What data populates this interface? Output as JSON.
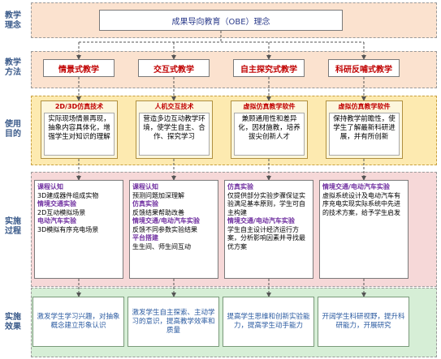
{
  "rows": [
    {
      "label": "教学\n理念"
    },
    {
      "label": "教学\n方法"
    },
    {
      "label": "使用\n目的"
    },
    {
      "label": "实施\n过程"
    },
    {
      "label": "实施\n效果"
    }
  ],
  "concept": "成果导向教育（OBE）理念",
  "methods": [
    "情景式教学",
    "交互式教学",
    "自主探究式教学",
    "科研反哺式教学"
  ],
  "purposes": [
    {
      "title": "2D/3D仿真技术",
      "body": "实际现场情景再现，抽象内容具体化，增强学生对知识的理解"
    },
    {
      "title": "人机交互技术",
      "body": "营造多边互动教学环境，使学生自主、合作、探究学习"
    },
    {
      "title": "虚拟仿真教学软件",
      "body": "兼顾通用性和差异化，因材施教，培养拔尖创新人才"
    },
    {
      "title": "虚拟仿真教学软件",
      "body": "保持教学前瞻性，使学生了解最新科研进展，并有所创新"
    }
  ],
  "process": [
    {
      "lines": [
        {
          "t": "课程认知",
          "h": true
        },
        {
          "t": "3D建成器件组成实物",
          "h": false
        },
        {
          "t": "情境交通实验",
          "h": true
        },
        {
          "t": "2D互动模拟场景",
          "h": false
        },
        {
          "t": "电动汽车实验",
          "h": true
        },
        {
          "t": "3D模拟有序充电场景",
          "h": false
        }
      ]
    },
    {
      "lines": [
        {
          "t": "课程认知",
          "h": true
        },
        {
          "t": "预测问题加深理解",
          "h": false
        },
        {
          "t": "仿真实验",
          "h": true
        },
        {
          "t": "反馈结果帮助改善",
          "h": false
        },
        {
          "t": "情境交通/电动汽车实验",
          "h": true
        },
        {
          "t": "反馈不同参数实验结果",
          "h": false
        },
        {
          "t": "平台搭建",
          "h": true
        },
        {
          "t": "生生间、师生间互动",
          "h": false
        }
      ]
    },
    {
      "lines": [
        {
          "t": "仿真实验",
          "h": true
        },
        {
          "t": "仅提供部分实验步骤保证实验满足基本原则，学生可自主构建",
          "h": false
        },
        {
          "t": "情境交通/电动汽车实验",
          "h": true
        },
        {
          "t": "学生自主设计经济运行方案，分析影响因素并寻找最优方案",
          "h": false
        }
      ]
    },
    {
      "lines": [
        {
          "t": "情境交通/电动汽车实验",
          "h": true
        },
        {
          "t": "虚拟系统设计及电动汽车有序充电实现实际系统中先进的技术方案，给予学生启发",
          "h": false
        }
      ]
    }
  ],
  "effects": [
    "激发学生学习兴趣，对抽象概念建立形象认识",
    "激发学生自主探索、主动学习的意识，提高教学效率和质量",
    "提高学生思维和创新实验能力，提高学生动手能力",
    "开阔学生科研视野，提升科研能力，开展研究"
  ]
}
